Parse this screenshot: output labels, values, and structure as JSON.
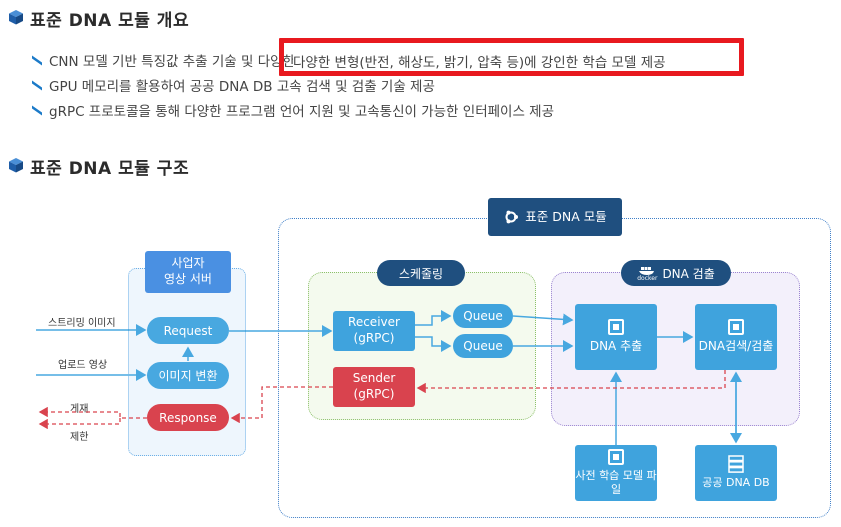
{
  "overview": {
    "title": "표준 DNA 모듈 개요",
    "bullets": [
      "CNN 모델 기반 특징값 추출 기술 및 다양한 변형(반전, 해상도, 밝기, 압축 등)에 강인한 학습 모델 제공",
      "GPU 메모리를 활용하여 공공 DNA DB 고속 검색 및 검출 기술 제공",
      "gRPC 프로토콜을 통해 다양한 프로그램 언어 지원 및 고속통신이 가능한 인터페이스 제공"
    ],
    "highlighted_text": "다양한 변형(반전, 해상도, 밝기, 압축 등)에 강인한 학습 모델 제공"
  },
  "structure": {
    "title": "표준 DNA 모듈 구조",
    "module_label": "표준 DNA 모듈",
    "operator_server": {
      "label_line1": "사업자",
      "label_line2": "영상 서버",
      "request": "Request",
      "image_convert": "이미지 변환",
      "response": "Response"
    },
    "inputs": {
      "streaming_image": "스트리밍 이미지",
      "upload_video": "업로드 영상"
    },
    "outputs": {
      "publish": "게재",
      "restrict": "제한"
    },
    "scheduling": {
      "label": "스케줄링",
      "receiver_line1": "Receiver",
      "receiver_line2": "(gRPC)",
      "sender_line1": "Sender",
      "sender_line2": "(gRPC)",
      "queue1": "Queue",
      "queue2": "Queue"
    },
    "dna_detect": {
      "label": "DNA 검출",
      "docker_text": "docker",
      "extract": "DNA 추출",
      "search": "DNA검색/검출"
    },
    "pretrained_model": "사전 학습 모델 파일",
    "public_db": "공공 DNA DB"
  },
  "colors": {
    "brand_blue": "#1b5fa8",
    "light_blue": "#48a8e0",
    "box_blue": "#3fa3dd",
    "red": "#d9434e",
    "green": "#8cc06a",
    "purple": "#9b84d0",
    "navy": "#1f4f7f",
    "highlight_red": "#e8191f"
  }
}
